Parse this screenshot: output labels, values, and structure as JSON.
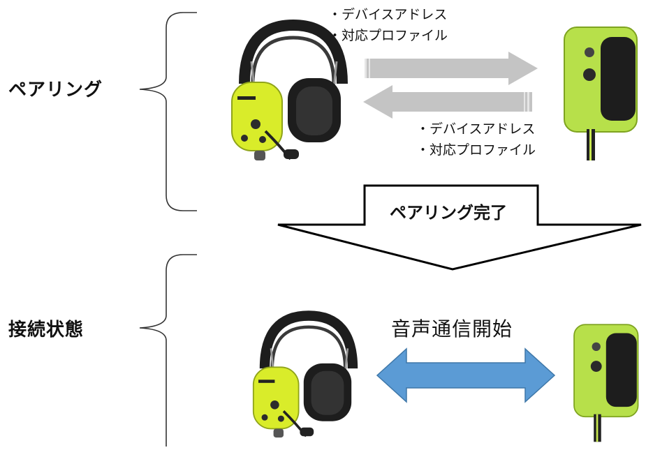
{
  "sections": {
    "pairing": {
      "label": "ペアリング"
    },
    "connected": {
      "label": "接続状態"
    }
  },
  "pairing_exchange": {
    "forward_items": [
      "・デバイスアドレス",
      "・対応プロファイル"
    ],
    "reverse_items": [
      "・デバイスアドレス",
      "・対応プロファイル"
    ]
  },
  "completion_arrow": {
    "label": "ペアリング完了"
  },
  "voice_link": {
    "label": "音声通信開始"
  },
  "colors": {
    "device_yellow": "#d9ec2a",
    "device_black": "#1d1d1d",
    "transceiver_green": "#b7e04a",
    "exchange_arrow": "#c4c4c4",
    "voice_arrow": "#5b9bd5",
    "voice_arrow_border": "#3e77a8"
  }
}
